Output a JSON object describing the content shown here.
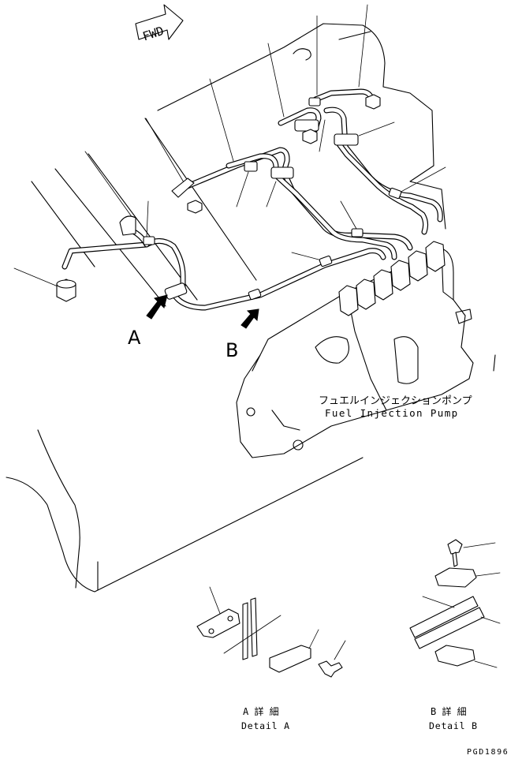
{
  "fwd_label": "FWD",
  "arrow_a_label": "A",
  "arrow_b_label": "B",
  "pump_label_jp": "フュエルインジェクションポンプ",
  "pump_label_en": "Fuel Injection Pump",
  "detail_a_jp": "A 詳 細",
  "detail_a_en": "Detail A",
  "detail_b_jp": "B 詳 細",
  "detail_b_en": "Detail B",
  "drawing_code": "PGD1896"
}
